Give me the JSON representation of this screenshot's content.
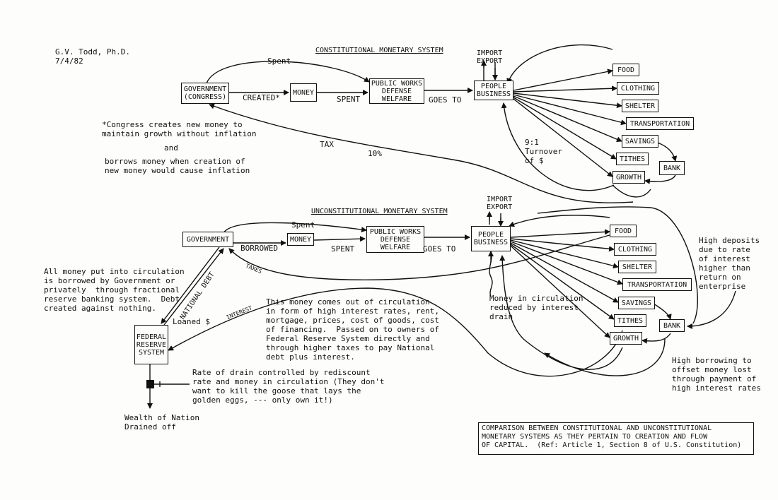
{
  "author": {
    "name": "G.V. Todd, Ph.D.",
    "date": "7/4/82"
  },
  "top": {
    "title": "CONSTITUTIONAL MONETARY SYSTEM",
    "government": "GOVERNMENT\n(CONGRESS)",
    "money": "MONEY",
    "public_works": "PUBLIC WORKS\nDEFENSE\nWELFARE",
    "people_business": "PEOPLE\nBUSINESS",
    "import_export": "IMPORT\nEXPORT",
    "spent_top": "Spent",
    "created": "CREATED*",
    "spent": "SPENT",
    "goes_to": "GOES TO",
    "tax": "TAX",
    "tax_pct": "10%",
    "turnover": "9:1\nTurnover\nof $",
    "note_line1": "*Congress creates new money to\nmaintain growth without inflation",
    "note_and": "and",
    "note_line2": "borrows money when creation of\nnew money would cause inflation",
    "categories": [
      "FOOD",
      "CLOTHING",
      "SHELTER",
      "TRANSPORTATION",
      "SAVINGS",
      "TITHES",
      "GROWTH"
    ],
    "bank": "BANK"
  },
  "bottom": {
    "title": "UNCONSTITUTIONAL MONETARY SYSTEM",
    "government": "GOVERNMENT",
    "money": "MONEY",
    "public_works": "PUBLIC WORKS\nDEFENSE\nWELFARE",
    "people_business": "PEOPLE\nBUSINESS",
    "import_export": "IMPORT\nEXPORT",
    "spent_top": "Spent",
    "borrowed": "BORROWED",
    "spent": "SPENT",
    "goes_to": "GOES TO",
    "taxes": "TAXES",
    "national_debt": "NATIONAL DEBT",
    "interest": "INTEREST",
    "loaned": "Loaned $",
    "federal_reserve": "FEDERAL\nRESERVE\nSYSTEM",
    "categories": [
      "FOOD",
      "CLOTHING",
      "SHELTER",
      "TRANSPORTATION",
      "SAVINGS",
      "TITHES",
      "GROWTH"
    ],
    "bank": "BANK",
    "left_note": "All money put into circulation\nis borrowed by Government or\nprivately  through fractional\nreserve banking system.  Debt\ncreated against nothing.",
    "center_note": "This money comes out of circulation\nin form of high interest rates, rent,\nmortgage, prices, cost of goods, cost\nof financing.  Passed on to owners of\nFederal Reserve System directly and\nthrough higher taxes to pay National\ndebt plus interest.",
    "drain_note": "Money in circulation\nreduced by interest\ndrain",
    "deposits_note": "High deposits\ndue to rate\nof interest\nhigher than\nreturn on\nenterprise",
    "borrowing_note": "High borrowing to\noffset money lost\nthrough payment of\nhigh interest rates",
    "rate_note": "Rate of drain controlled by rediscount\nrate and money in circulation (They don't\nwant to kill the goose that lays the\ngolden eggs, --- only own it!)",
    "wealth_note": "Wealth of Nation\nDrained off"
  },
  "comparison_note": "COMPARISON BETWEEN CONSTITUTIONAL AND UNCONSTITUTIONAL\nMONETARY SYSTEMS AS THEY PERTAIN TO CREATION AND FLOW\nOF CAPITAL.  (Ref: Article 1, Section 8 of U.S. Constitution)",
  "colors": {
    "ink": "#111111",
    "paper": "#fdfdfb"
  }
}
